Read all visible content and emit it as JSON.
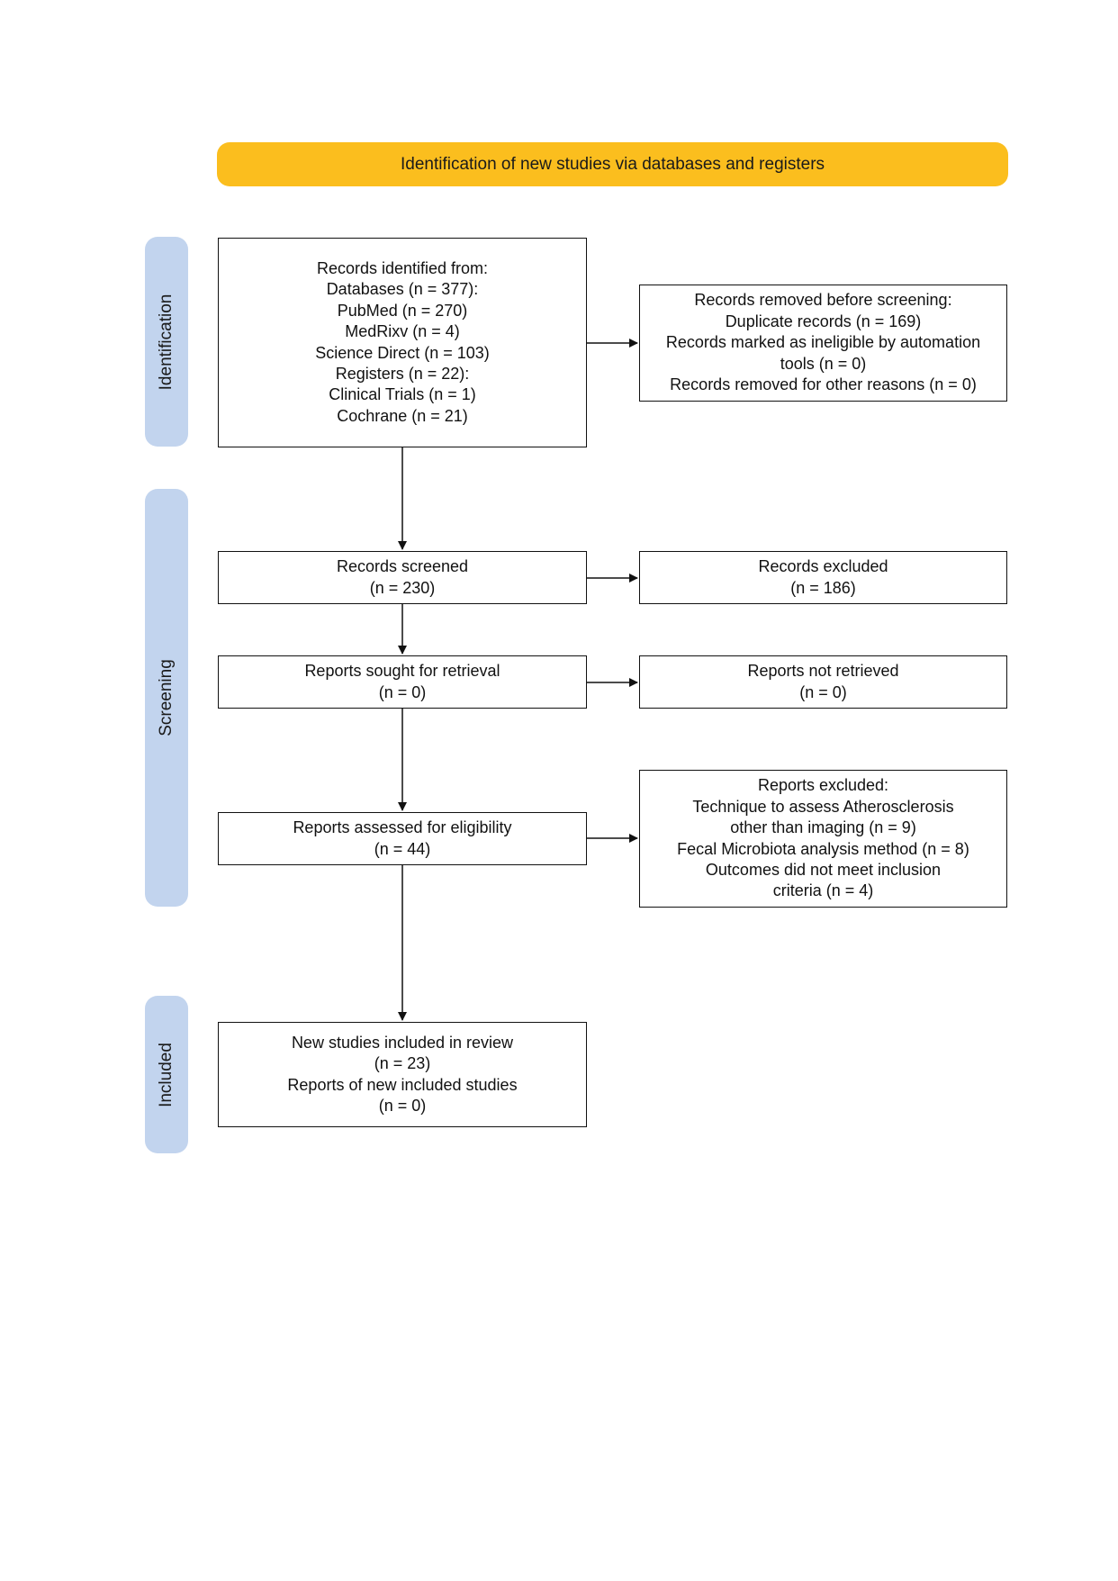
{
  "header": {
    "banner": "Identification of new studies via databases and registers"
  },
  "phases": {
    "identification": "Identification",
    "screening": "Screening",
    "included": "Included"
  },
  "colors": {
    "banner": "#fbbe1e",
    "phase": "#c2d4ee",
    "border": "#111111"
  },
  "boxes": {
    "records_identified": [
      "Records identified from:",
      "Databases (n = 377):",
      "PubMed (n = 270)",
      "MedRixv (n = 4)",
      "Science Direct (n = 103)",
      "Registers (n = 22):",
      "Clinical Trials (n = 1)",
      "Cochrane (n = 21)"
    ],
    "records_removed": [
      "Records removed before screening:",
      "Duplicate records (n = 169)",
      "Records marked as ineligible by automation",
      "tools (n = 0)",
      "Records removed for other reasons (n = 0)"
    ],
    "records_screened": [
      "Records screened",
      "(n = 230)"
    ],
    "records_excluded": [
      "Records excluded",
      "(n = 186)"
    ],
    "reports_sought": [
      "Reports sought for retrieval",
      "(n = 0)"
    ],
    "reports_not_retrieved": [
      "Reports not retrieved",
      "(n = 0)"
    ],
    "reports_assessed": [
      "Reports assessed for eligibility",
      "(n = 44)"
    ],
    "reports_excluded": [
      "Reports excluded:",
      "Technique to assess Atherosclerosis",
      "other than imaging (n = 9)",
      "Fecal Microbiota analysis method (n = 8)",
      "Outcomes did not meet inclusion",
      "criteria (n = 4)"
    ],
    "studies_included": [
      "New studies included in review",
      "(n = 23)",
      "Reports of new included studies",
      "(n = 0)"
    ]
  }
}
